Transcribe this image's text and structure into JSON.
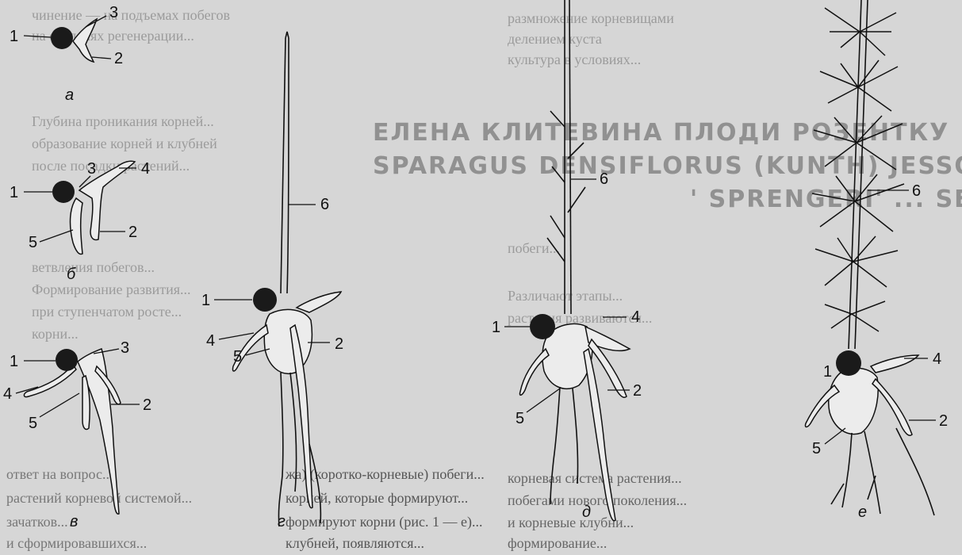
{
  "background_text": {
    "heading_lines": [
      "ЕЛЕНА КЛИТЕВИНА ПЛОДИ РОЗЕНТКУ",
      "SPARAGUS DENSIFLORUS (KUNTH) JESSOP",
      "' SPRENGERI' ... SETOSUS"
    ],
    "left_col_lines": [
      "чинение — на подъемах побегов",
      "на ступенях регенерации...",
      "Глубина проникания корней...",
      "образование корней и клубней",
      "после посадки растений...",
      "ветвления побегов...",
      "Формирование развития...",
      "при ступенчатом росте...",
      "корни..."
    ],
    "right_col_lines": [
      "размножение корневищами",
      "делением куста",
      "культура в условиях...",
      "побеги...",
      "Различают этапы...",
      "растения развиваются..."
    ],
    "bottom_left_lines": [
      "ответ на вопрос...",
      "растений корневой системой...",
      "зачатков...",
      "и сформировавшихся..."
    ],
    "bottom_mid_lines": [
      "жа) (коротко-корневые) побеги...",
      "корней, которые формируют...",
      "формируют корни (рис. 1 — е)...",
      "клубней, появляются..."
    ],
    "bottom_right_lines": [
      "корневая система растения...",
      "побегами нового поколения...",
      "и корневые клубни...",
      "формирование..."
    ]
  },
  "figure": {
    "panels": [
      {
        "caption": "а",
        "labels": [
          "1",
          "3",
          "2"
        ]
      },
      {
        "caption": "б",
        "labels": [
          "1",
          "3",
          "4",
          "5",
          "2"
        ]
      },
      {
        "caption": "в",
        "labels": [
          "1",
          "3",
          "4",
          "2",
          "5"
        ]
      },
      {
        "caption": "г",
        "labels": [
          "6",
          "1",
          "4",
          "2",
          "5"
        ]
      },
      {
        "caption": "д",
        "labels": [
          "6",
          "1",
          "4",
          "5",
          "2"
        ]
      },
      {
        "caption": "е",
        "labels": [
          "6",
          "4",
          "1",
          "2",
          "5"
        ]
      }
    ]
  }
}
